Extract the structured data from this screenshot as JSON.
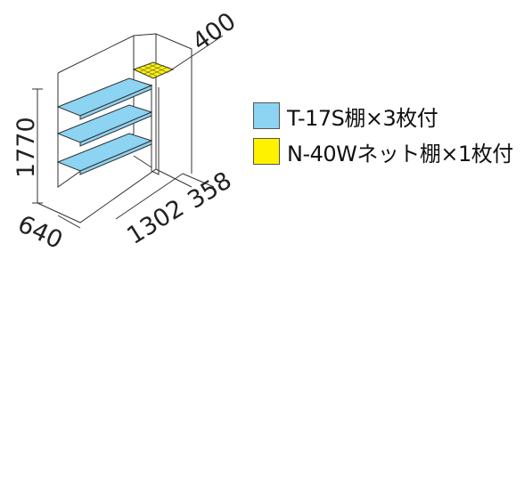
{
  "dimensions": {
    "depth_top": "400",
    "height": "1770",
    "depth_left": "640",
    "width_main": "1302",
    "width_side": "358"
  },
  "legend": [
    {
      "label": "T-17S棚×3枚付",
      "color": "#8DD3F2"
    },
    {
      "label": "N-40Wネット棚×1枚付",
      "color": "#FFF200"
    }
  ]
}
